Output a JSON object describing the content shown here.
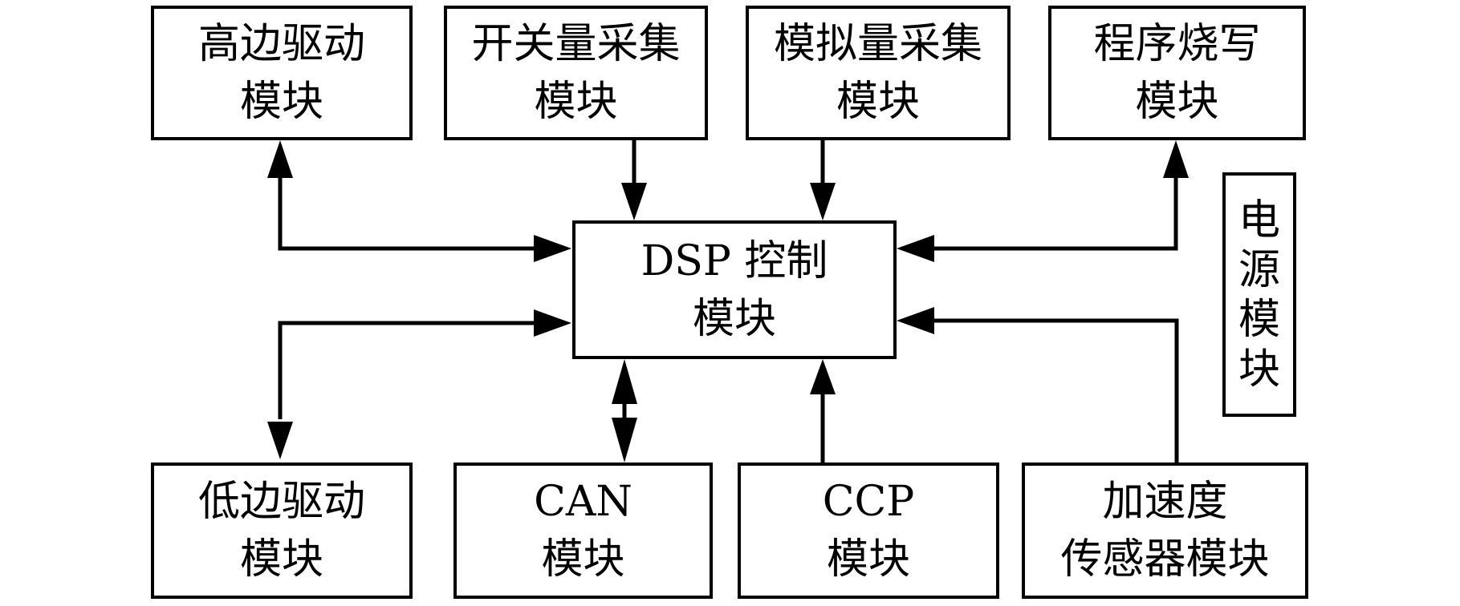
{
  "blocks": {
    "high_side_driver": {
      "line1": "高边驱动",
      "line2": "模块"
    },
    "switch_acquisition": {
      "line1": "开关量采集",
      "line2": "模块"
    },
    "analog_acquisition": {
      "line1": "模拟量采集",
      "line2": "模块"
    },
    "program_burning": {
      "line1": "程序烧写",
      "line2": "模块"
    },
    "dsp_control": {
      "line1": "DSP 控制",
      "line2": "模块"
    },
    "power": {
      "chars": [
        "电",
        "源",
        "模",
        "块"
      ]
    },
    "low_side_driver": {
      "line1": "低边驱动",
      "line2": "模块"
    },
    "can": {
      "line1": "CAN",
      "line2": "模块"
    },
    "ccp": {
      "line1": "CCP",
      "line2": "模块"
    },
    "accelerometer": {
      "line1": "加速度",
      "line2": "传感器模块"
    }
  },
  "connections": [
    {
      "from": "dsp_control",
      "to": "high_side_driver",
      "direction": "bidirectional"
    },
    {
      "from": "switch_acquisition",
      "to": "dsp_control",
      "direction": "one-way"
    },
    {
      "from": "analog_acquisition",
      "to": "dsp_control",
      "direction": "one-way"
    },
    {
      "from": "dsp_control",
      "to": "program_burning",
      "direction": "bidirectional"
    },
    {
      "from": "dsp_control",
      "to": "low_side_driver",
      "direction": "bidirectional"
    },
    {
      "from": "dsp_control",
      "to": "can",
      "direction": "bidirectional"
    },
    {
      "from": "ccp",
      "to": "dsp_control",
      "direction": "one-way"
    },
    {
      "from": "accelerometer",
      "to": "dsp_control",
      "direction": "one-way"
    }
  ],
  "colors": {
    "stroke": "#000000",
    "background": "#ffffff"
  }
}
